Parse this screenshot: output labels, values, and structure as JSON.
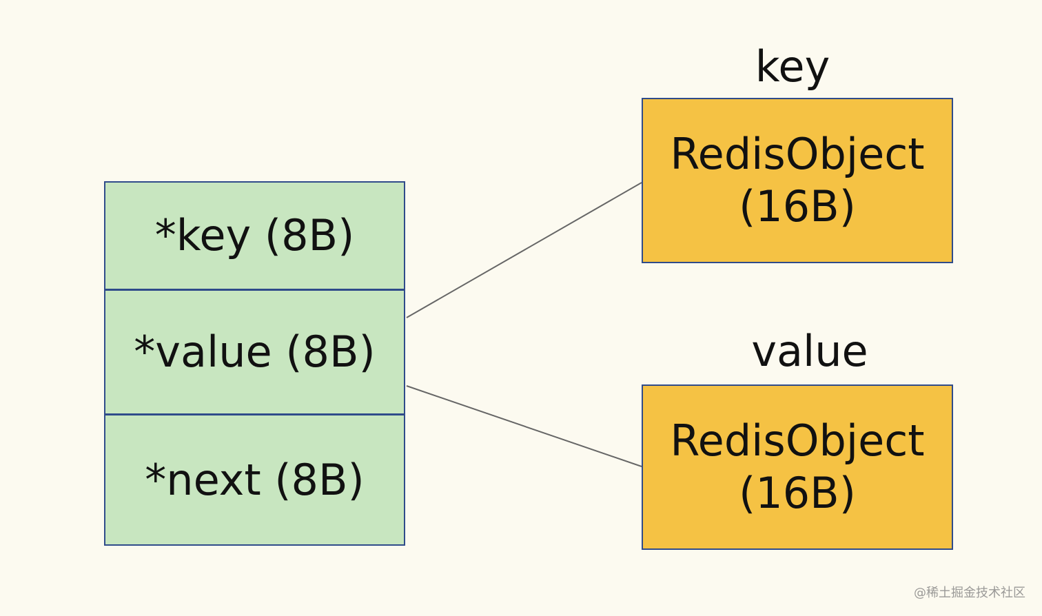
{
  "diagram": {
    "entry_fields": [
      "*key (8B)",
      "*value (8B)",
      "*next (8B)"
    ],
    "labels": {
      "key": "key",
      "value": "value"
    },
    "objects": {
      "key": {
        "line1": "RedisObject",
        "line2": "(16B)"
      },
      "value": {
        "line1": "RedisObject",
        "line2": "(16B)"
      }
    },
    "watermark": "@稀土掘金技术社区"
  },
  "colors": {
    "background": "#fcfaf0",
    "entry_fill": "#c8e6c0",
    "object_fill": "#f5c244",
    "border": "#2f4b8a",
    "connector": "#666666"
  }
}
